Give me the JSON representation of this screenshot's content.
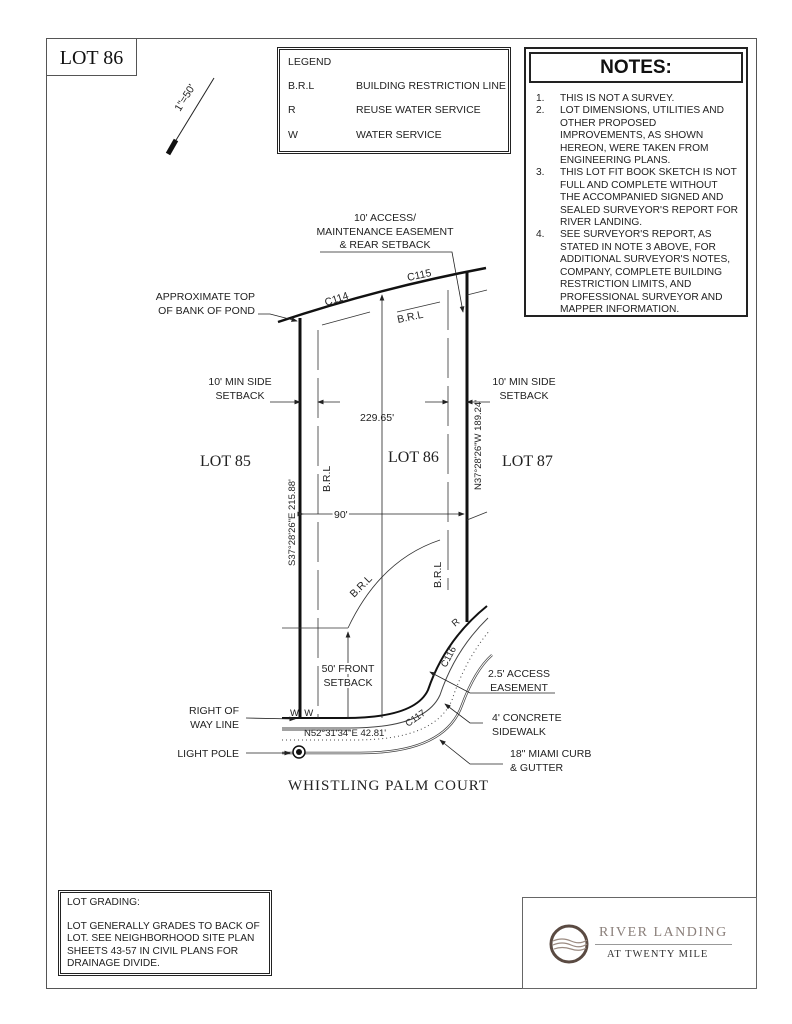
{
  "lot_tag": "LOT 86",
  "scale": "1\"=50'",
  "legend": {
    "title": "LEGEND",
    "items": [
      {
        "abbr": "B.R.L",
        "meaning": "BUILDING RESTRICTION LINE"
      },
      {
        "abbr": "R",
        "meaning": "REUSE WATER SERVICE"
      },
      {
        "abbr": "W",
        "meaning": "WATER SERVICE"
      }
    ]
  },
  "notes": {
    "title": "NOTES:",
    "items": [
      {
        "num": "1.",
        "text": "THIS IS NOT A SURVEY."
      },
      {
        "num": "2.",
        "text": "LOT DIMENSIONS, UTILITIES AND OTHER PROPOSED IMPROVEMENTS, AS SHOWN HEREON, WERE TAKEN FROM ENGINEERING PLANS."
      },
      {
        "num": "3.",
        "text": "THIS LOT FIT BOOK SKETCH IS NOT FULL AND COMPLETE WITHOUT THE ACCOMPANIED SIGNED AND SEALED SURVEYOR'S REPORT FOR RIVER LANDING."
      },
      {
        "num": "4.",
        "text": "SEE SURVEYOR'S REPORT, AS STATED IN NOTE 3 ABOVE, FOR ADDITIONAL SURVEYOR'S NOTES, COMPANY, COMPLETE BUILDING RESTRICTION LIMITS, AND PROFESSIONAL SURVEYOR AND MAPPER INFORMATION."
      }
    ]
  },
  "plan": {
    "rear_easement": [
      "10' ACCESS/",
      "MAINTENANCE EASEMENT",
      "& REAR SETBACK"
    ],
    "top_of_bank": [
      "APPROXIMATE TOP",
      "OF BANK OF POND"
    ],
    "side_setback_left": [
      "10' MIN SIDE",
      "SETBACK"
    ],
    "side_setback_right": [
      "10' MIN SIDE",
      "SETBACK"
    ],
    "curves": {
      "c114": "C114",
      "c115": "C115",
      "c116": "C116",
      "c117": "C117"
    },
    "brl": "B.R.L",
    "depth": "229.65'",
    "width": "90'",
    "lot_left": "LOT 85",
    "lot_center": "LOT 86",
    "lot_right": "LOT 87",
    "bearing_left": "S37°28'26\"E 215.88'",
    "bearing_right": "N37°28'26\"W 189.24'",
    "bearing_front": "N52°31'34\"E 42.81'",
    "front_setback": [
      "50' FRONT",
      "SETBACK"
    ],
    "access_easement": [
      "2.5' ACCESS",
      "EASEMENT"
    ],
    "sidewalk": [
      "4' CONCRETE",
      "SIDEWALK"
    ],
    "curb": [
      "18\" MIAMI CURB",
      "& GUTTER"
    ],
    "right_of_way": [
      "RIGHT OF",
      "WAY LINE"
    ],
    "light_pole": "LIGHT POLE",
    "water_marks": "W  W",
    "reuse_mark": "R",
    "street": "WHISTLING PALM COURT"
  },
  "grading": {
    "title": "LOT GRADING:",
    "text": "LOT GENERALLY GRADES TO BACK OF LOT. SEE NEIGHBORHOOD SITE PLAN SHEETS 43-57 IN CIVIL PLANS FOR DRAINAGE DIVIDE."
  },
  "logo": {
    "line1": "RIVER LANDING",
    "line2": "AT TWENTY MILE"
  }
}
